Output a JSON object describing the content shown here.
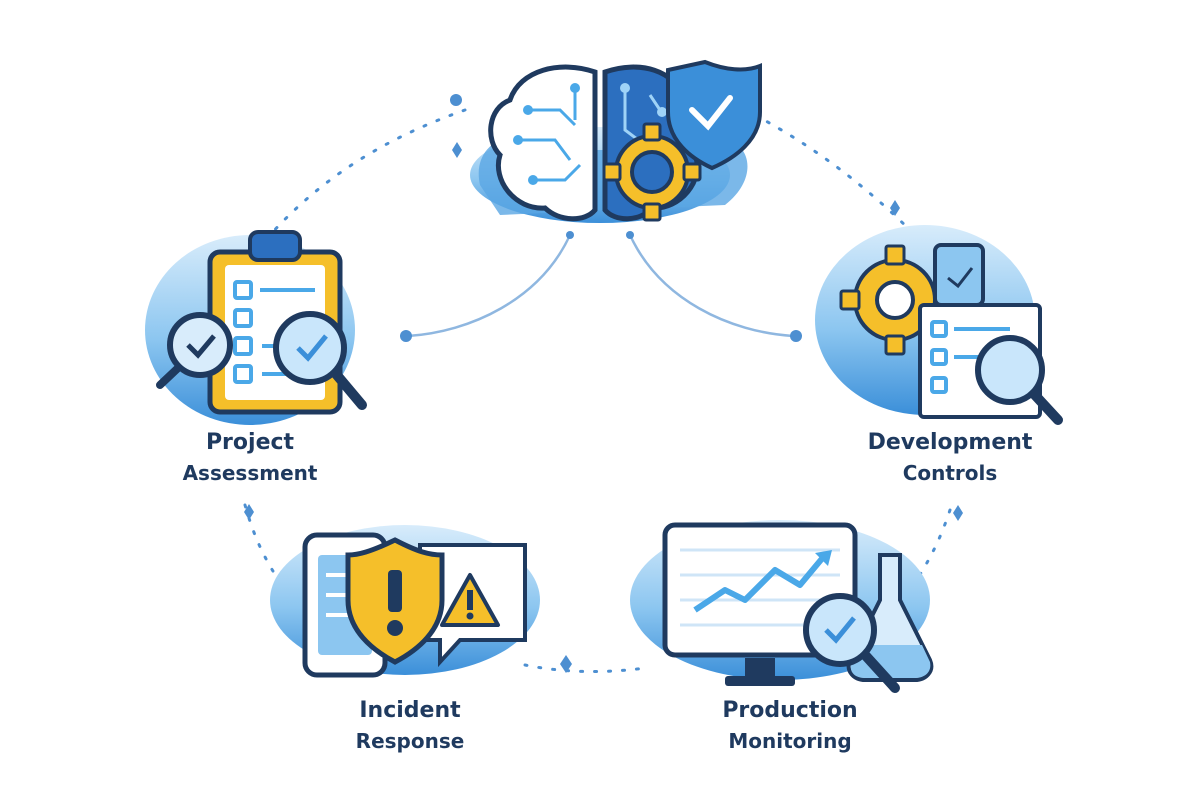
{
  "colors": {
    "navy": "#1f3a5f",
    "blue_dark": "#1e5fa8",
    "blue_mid": "#3b8fd9",
    "blue_light": "#8cc6f0",
    "blue_pale": "#d8ecfb",
    "yellow": "#f5bf2a",
    "dots": "#4d8fd1"
  },
  "stages": [
    {
      "id": "project-assessment",
      "line1": "Project",
      "line2": "Assessment",
      "icon": "clipboard-checklist-icon"
    },
    {
      "id": "development-controls",
      "line1": "Development",
      "line2": "Controls",
      "icon": "gear-checklist-icon"
    },
    {
      "id": "incident-response",
      "line1": "Incident",
      "line2": "Response",
      "icon": "shield-warning-icon"
    },
    {
      "id": "production-monitoring",
      "line1": "Production",
      "line2": "Monitoring",
      "icon": "monitor-chart-icon"
    }
  ],
  "center": {
    "icon": "ai-brain-shield-gear-icon"
  }
}
